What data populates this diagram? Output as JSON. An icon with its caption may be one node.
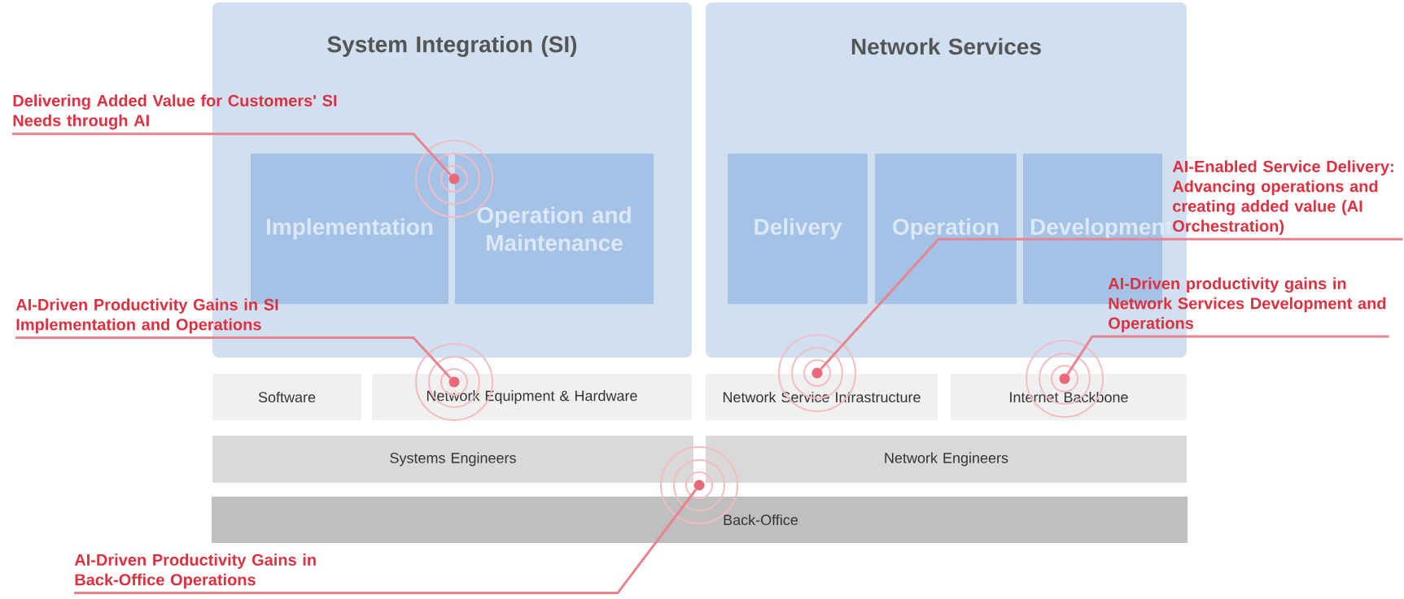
{
  "diagram": {
    "nodes": [
      {
        "text": [
          "System Integration (SI)"
        ]
      },
      {
        "text": [
          "Implementation"
        ],
        "in": 0
      },
      {
        "text": [
          "Operation and Maintenance"
        ],
        "in": 0
      },
      {
        "text": [
          "Network Services"
        ]
      },
      {
        "text": [
          "Delivery"
        ],
        "in": 3
      },
      {
        "text": [
          "Operation"
        ],
        "in": 3
      },
      {
        "text": [
          "Development"
        ],
        "in": 3
      },
      {
        "text": [
          "Software"
        ]
      },
      {
        "text": [
          "Network Equipment & Hardware"
        ]
      },
      {
        "text": [
          "Network Service Infrastructure"
        ]
      },
      {
        "text": [
          "Internet Backbone"
        ]
      },
      {
        "text": [
          "Systems Engineers"
        ]
      },
      {
        "text": [
          "Network Engineers"
        ]
      },
      {
        "text": [
          "Back-Office"
        ]
      },
      {
        "text": [
          "Delivering Added Value for Customers' SI Needs through AI"
        ]
      },
      {
        "text": [],
        "shape": "circle",
        "in": 0
      },
      {
        "text": [
          "AI-Driven Productivity Gains in SI Implementation and Operations"
        ]
      },
      {
        "text": [],
        "shape": "circle",
        "in": 8
      },
      {
        "text": [
          "AI-Enabled Service Delivery: Advancing operations and creating added value (AI Orchestration)"
        ]
      },
      {
        "text": [],
        "shape": "circle"
      },
      {
        "text": [
          "AI-Driven productivity gains in Network Services Development and Operations"
        ]
      },
      {
        "text": [],
        "shape": "circle",
        "in": 10
      },
      {
        "text": [
          "AI-Driven Productivity Gains in Back-Office Operations"
        ]
      },
      {
        "text": [],
        "shape": "circle"
      }
    ],
    "edges": [
      {
        "from": 14,
        "to": 15,
        "arrow": "none"
      },
      {
        "from": 16,
        "to": 17,
        "arrow": "none"
      },
      {
        "from": 18,
        "to": 19,
        "arrow": "none"
      },
      {
        "from": 20,
        "to": 21,
        "arrow": "none"
      },
      {
        "from": 22,
        "to": 23,
        "arrow": "none"
      }
    ]
  }
}
